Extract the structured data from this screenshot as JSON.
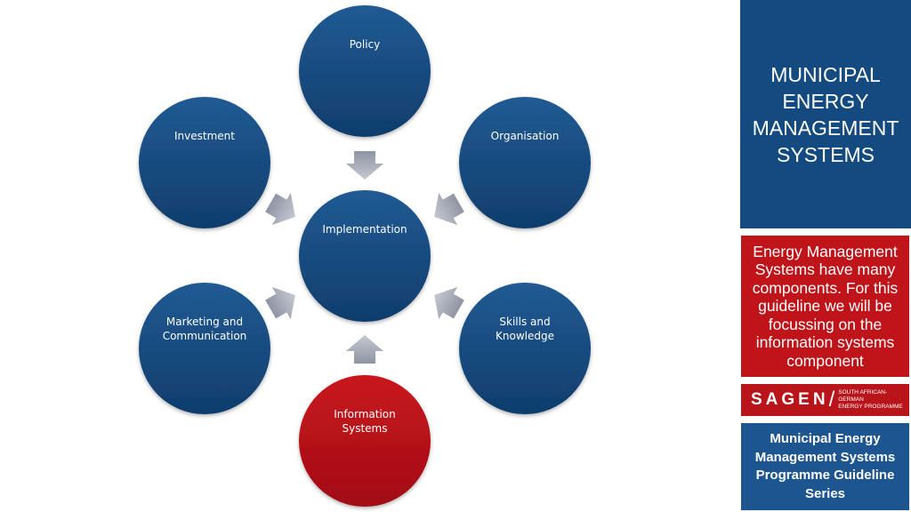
{
  "diagram": {
    "center": {
      "label": "Implementation"
    },
    "nodes": [
      {
        "id": "policy",
        "lines": [
          "Policy"
        ],
        "highlighted": false
      },
      {
        "id": "organisation",
        "lines": [
          "Organisation"
        ],
        "highlighted": false
      },
      {
        "id": "skills",
        "lines": [
          "Skills and",
          "Knowledge"
        ],
        "highlighted": false
      },
      {
        "id": "information-systems",
        "lines": [
          "Information",
          "Systems"
        ],
        "highlighted": true
      },
      {
        "id": "marketing",
        "lines": [
          "Marketing and",
          "Communication"
        ],
        "highlighted": false
      },
      {
        "id": "investment",
        "lines": [
          "Investment"
        ],
        "highlighted": false
      }
    ]
  },
  "sidebar": {
    "title": "MUNICIPAL ENERGY MANAGEMENT SYSTEMS",
    "description": "Energy Management Systems have many components. For this guideline we will be focussing on the information systems component",
    "logo": {
      "word": "SAGEN",
      "subtitle_line1": "SOUTH AFRICAN-GERMAN",
      "subtitle_line2": "ENERGY PROGRAMME"
    },
    "series": "Municipal Energy Management Systems Programme Guideline Series"
  },
  "colors": {
    "blue": "#1a4f84",
    "red": "#b3121a",
    "arrow": "#a9adb8"
  }
}
